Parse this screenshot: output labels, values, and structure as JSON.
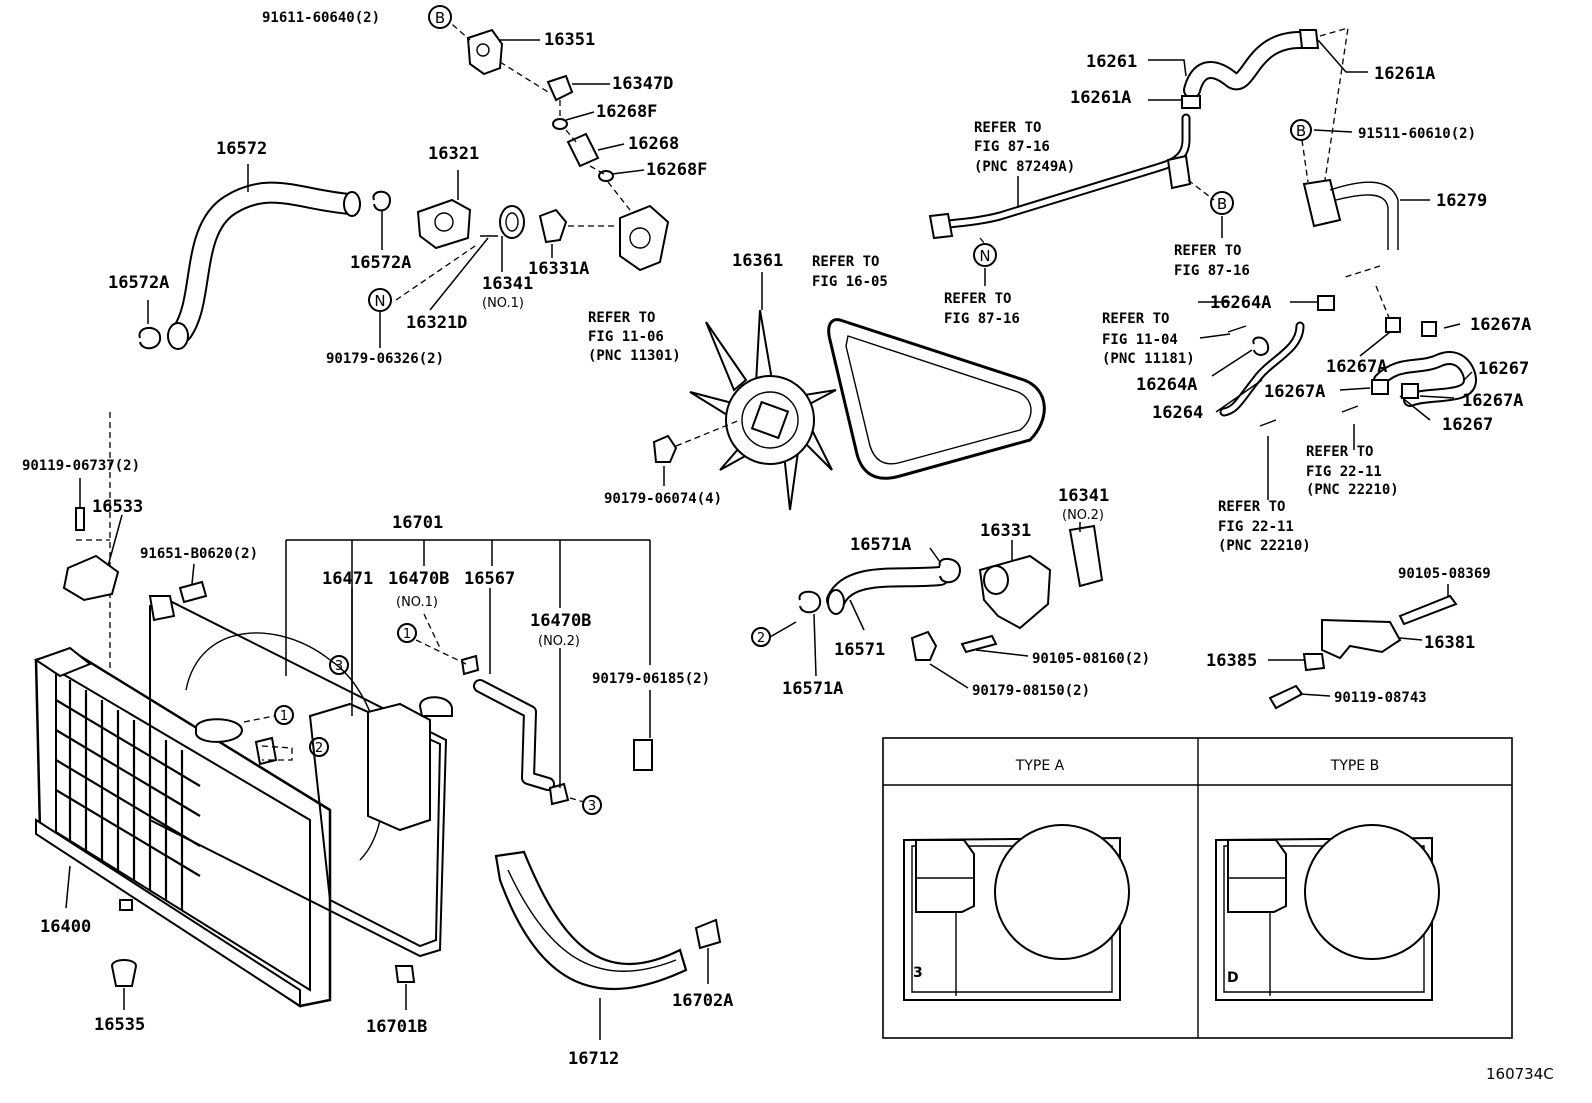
{
  "labels": {
    "p91611": "91611-60640(2)",
    "p16351": "16351",
    "p16347D": "16347D",
    "p16268F_a": "16268F",
    "p16268": "16268",
    "p16268F_b": "16268F",
    "p16572": "16572",
    "p16321": "16321",
    "p16572A_top": "16572A",
    "p16341": "16341",
    "p16341_sub": "(NO.1)",
    "p16331A": "16331A",
    "p16321D": "16321D",
    "p16572A": "16572A",
    "p90179_06326": "90179-06326(2)",
    "p90119_06737": "90119-06737(2)",
    "p16533": "16533",
    "p16361": "16361",
    "p90179_06074": "90179-06074(4)",
    "p16701": "16701",
    "p91651": "91651-B0620(2)",
    "p16471": "16471",
    "p16470B_1": "16470B",
    "p16470B_1_sub": "(NO.1)",
    "p16567": "16567",
    "p16470B_2": "16470B",
    "p16470B_2_sub": "(NO.2)",
    "p90179_06185": "90179-06185(2)",
    "p16400": "16400",
    "p16535": "16535",
    "p16701B": "16701B",
    "p16712": "16712",
    "p16702A": "16702A",
    "p16261": "16261",
    "p16261A_a": "16261A",
    "p16261A_b": "16261A",
    "p91511": "91511-60610(2)",
    "p16279": "16279",
    "p16264A_a": "16264A",
    "p16267A_a": "16267A",
    "p16267A_b": "16267A",
    "p16267_a": "16267",
    "p16264A_b": "16264A",
    "p16267A_c": "16267A",
    "p16267A_d": "16267A",
    "p16264": "16264",
    "p16267_b": "16267",
    "p16571A_a": "16571A",
    "p16331": "16331",
    "p16341_2": "16341",
    "p16341_2_sub": "(NO.2)",
    "p16571": "16571",
    "p16571A_b": "16571A",
    "p90105_08160": "90105-08160(2)",
    "p90179_08150": "90179-08150(2)",
    "p90105_08369": "90105-08369",
    "p16381": "16381",
    "p16385": "16385",
    "p90119_08743": "90119-08743",
    "diagram_id": "160734C"
  },
  "refs": {
    "r1": [
      "REFER TO",
      "FIG 11-06",
      "(PNC 11301)"
    ],
    "r2": [
      "REFER TO",
      "FIG 16-05"
    ],
    "r3": [
      "REFER TO",
      "FIG 87-16",
      "(PNC 87249A)"
    ],
    "r4": [
      "REFER TO",
      "FIG 87-16"
    ],
    "r5": [
      "REFER TO",
      "FIG 87-16"
    ],
    "r6": [
      "REFER TO",
      "FIG 11-04",
      "(PNC 11181)"
    ],
    "r7": [
      "REFER TO",
      "FIG 22-11",
      "(PNC 22210)"
    ],
    "r8": [
      "REFER TO",
      "FIG 22-11",
      "(PNC 22210)"
    ]
  },
  "markers": {
    "B": "B",
    "N": "N",
    "one": "1",
    "two": "2",
    "three": "3"
  },
  "types": {
    "a": "TYPE A",
    "b": "TYPE B",
    "a_mark": "3",
    "b_mark": "D"
  }
}
